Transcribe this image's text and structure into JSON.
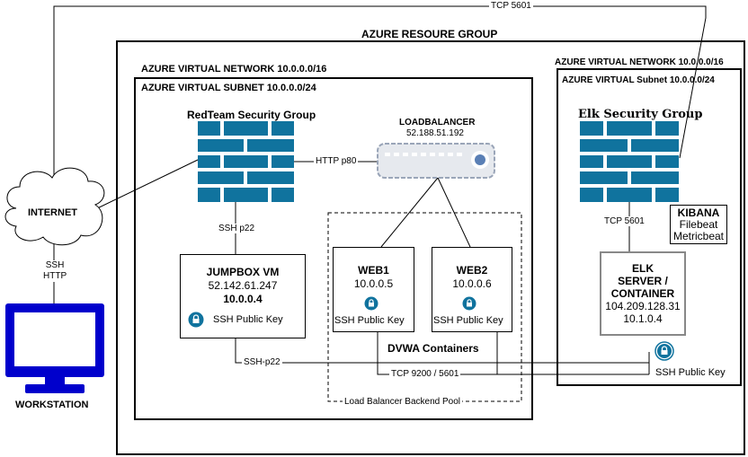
{
  "resource_group": {
    "title": "AZURE RESOURE GROUP"
  },
  "vnet_main": {
    "title": "AZURE VIRTUAL NETWORK 10.0.0.0/16"
  },
  "subnet_main": {
    "title": "AZURE VIRTUAL SUBNET 10.0.0.0/24"
  },
  "vnet_elk": {
    "title": "AZURE VIRTUAL NETWORK 10.0.0.0/16"
  },
  "subnet_elk": {
    "title": "AZURE VIRTUAL  Subnet 10.0.0.0/24"
  },
  "redteam_sg": {
    "label": "RedTeam Security Group"
  },
  "elk_sg": {
    "label": "Elk Security Group"
  },
  "loadbalancer": {
    "label": "LOADBALANCER",
    "ip": "52.188.51.192"
  },
  "internet": {
    "label": "INTERNET"
  },
  "workstation": {
    "label": "WORKSTATION"
  },
  "jumpbox": {
    "name": "JUMPBOX VM",
    "public_ip": "52.142.61.247",
    "private_ip": "10.0.0.4",
    "key_label": "SSH Public Key"
  },
  "web1": {
    "name": "WEB1",
    "ip": "10.0.0.5",
    "key_label": "SSH Public Key"
  },
  "web2": {
    "name": "WEB2",
    "ip": "10.0.0.6",
    "key_label": "SSH Public Key"
  },
  "elk_server": {
    "line1": "ELK",
    "line2": "SERVER /",
    "line3": "CONTAINER",
    "public_ip": "104.209.128.31",
    "private_ip": "10.1.0.4",
    "key_label": "SSH Public Key"
  },
  "kibana": {
    "title": "KIBANA",
    "line1": "Filebeat",
    "line2": "Metricbeat"
  },
  "backend_pool": {
    "containers": "DVWA Containers",
    "label": "Load Balancer Backend Pool"
  },
  "connections": {
    "tcp_5601_top": "TCP 5601",
    "http_p80": "HTTP p80",
    "ssh_p22": "SSH p22",
    "ssh_http_ssh": "SSH",
    "ssh_http_http": "HTTP",
    "ssh_p22_lower": "SSH-p22",
    "tcp_9200_5601": "TCP 9200 / 5601",
    "tcp_5601_elk": "TCP 5601"
  },
  "colors": {
    "firewall": "#10739E",
    "lock": "#10739E",
    "workstation": "#0000CC",
    "loadbalancer_fill": "#E6E9EE",
    "loadbalancer_border": "#9AA5B8"
  }
}
